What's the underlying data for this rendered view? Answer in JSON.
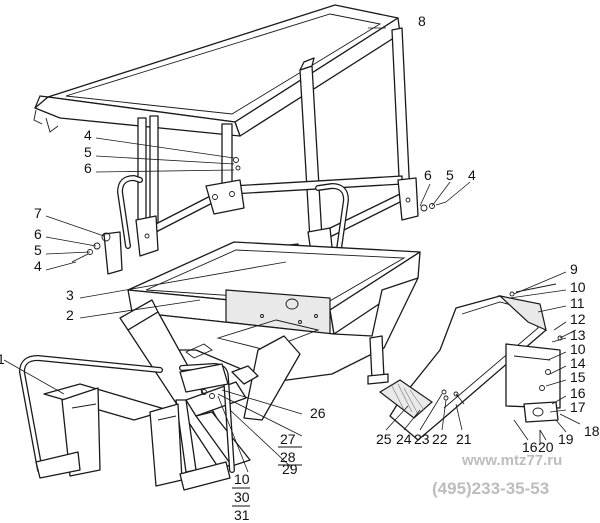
{
  "watermark": {
    "site": "www.mtz77.ru",
    "phone": "(495)233-35-53",
    "color": "#bdbdbd"
  },
  "callouts": [
    "8",
    "4",
    "5",
    "6",
    "6",
    "5",
    "4",
    "7",
    "6",
    "5",
    "4",
    "9",
    "10",
    "11",
    "3",
    "2",
    "12",
    "13",
    "10",
    "14",
    "15",
    "16",
    "17",
    "18",
    "1",
    "26",
    "25",
    "24",
    "23",
    "22",
    "21",
    "27",
    "28",
    "29",
    "16",
    "20",
    "19",
    "10",
    "30",
    "31"
  ]
}
